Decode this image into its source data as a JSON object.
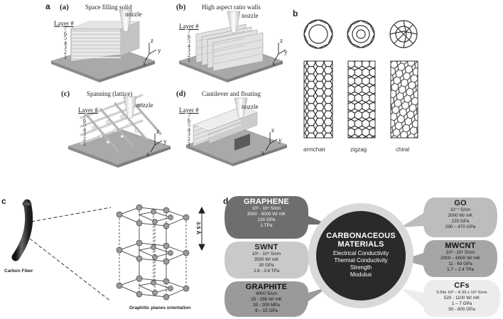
{
  "panel_a": {
    "letter": "a",
    "cells": [
      {
        "sub": "(a)",
        "title": "Space filling solid",
        "nozzle": "nozzle",
        "layer": "Layer #",
        "numbers": [
          "7",
          "6",
          "5",
          "4",
          "3",
          "2",
          "1"
        ]
      },
      {
        "sub": "(b)",
        "title": "High aspect ratio walls",
        "nozzle": "nozzle",
        "layer": "Layer #",
        "numbers": [
          "7",
          "6",
          "5",
          "4",
          "3",
          "2",
          "1"
        ]
      },
      {
        "sub": "(c)",
        "title": "Spanning (lattice)",
        "nozzle": "nozzle",
        "layer": "Layer #",
        "numbers": [
          "7",
          "6",
          "5",
          "4",
          "3",
          "2",
          "1"
        ]
      },
      {
        "sub": "(d)",
        "title": "Cantilever and floating",
        "nozzle": "nozzle",
        "layer": "Layer #",
        "numbers": [
          "7",
          "6",
          "5",
          "4",
          "3",
          "2",
          "1"
        ]
      }
    ],
    "axes": {
      "x": "x",
      "y": "y",
      "z": "z"
    }
  },
  "panel_b": {
    "letter": "b",
    "types": [
      "armchair",
      "zigzag",
      "chiral"
    ]
  },
  "panel_c": {
    "letter": "c",
    "fiber_label": "Carbon Fiber",
    "planes_label": "Graphitic planes orientation",
    "spacing": "3.5 Å"
  },
  "panel_d": {
    "letter": "d",
    "center": {
      "title1": "CARBONACEOUS",
      "title2": "MATERIALS",
      "properties": [
        "Electrical Conductivity",
        "Thermal Conductivity",
        "Strength",
        "Modulus"
      ]
    },
    "bubbles": [
      {
        "name": "GRAPHENE",
        "lines": [
          "10² - 10⁴ S/cm",
          "3000 - 5000 W/ mK",
          "130 GPa",
          "1 TPa"
        ],
        "fill": "#6e6e6e",
        "text": "#ffffff"
      },
      {
        "name": "SWNT",
        "lines": [
          "10² - 10⁶ S/cm",
          "3500 W/ mK",
          "30 GPa",
          "2.8 - 3.6 TPa"
        ],
        "fill": "#c9c9c9",
        "text": "#222222"
      },
      {
        "name": "GRAPHITE",
        "lines": [
          "4000 S/cm",
          "25 - 298 W/ mK",
          "20 - 200 MPa",
          "8 – 15 GPa"
        ],
        "fill": "#9a9a9a",
        "text": "#111111"
      },
      {
        "name": "GO",
        "lines": [
          "10⁻¹  S/cm",
          "2000 W/ mK",
          "220 GPa",
          "290 – 470 GPa"
        ],
        "fill": "#bdbdbd",
        "text": "#222222"
      },
      {
        "name": "MWCNT",
        "lines": [
          "10³ - 10⁵ S/cm",
          "2000 – 6000 W/ mK",
          "11 - 63 GPa",
          "1.7 – 2.4 TPa"
        ],
        "fill": "#a6a6a6",
        "text": "#111111"
      },
      {
        "name": "CFs",
        "lines": [
          "5.56x 10² – 8.33 x 10² S/cm",
          "520 - 1100 W/ mK",
          "1 – 7 GPa",
          "50 - 800 GPa"
        ],
        "fill": "#ececec",
        "text": "#222222"
      }
    ]
  }
}
